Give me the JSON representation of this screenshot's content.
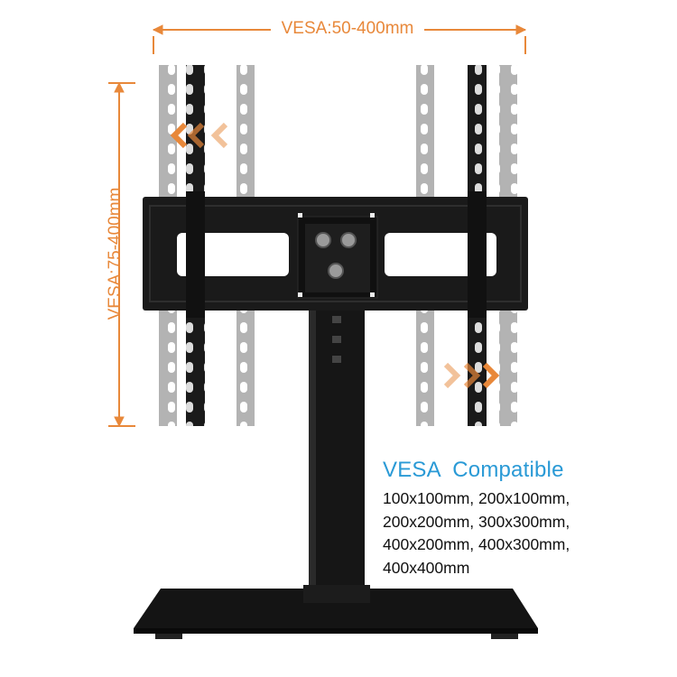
{
  "dimensions": {
    "width_label": "VESA:50-400mm",
    "height_label": "VESA:75-400mm"
  },
  "compatibility": {
    "title": "VESA  Compatible",
    "sizes": [
      "100x100mm, 200x100mm,",
      "200x200mm, 300x300mm,",
      "400x200mm, 400x300mm,",
      "400x400mm"
    ]
  },
  "colors": {
    "accent_orange": "#e8883a",
    "title_blue": "#2a9ad6",
    "bracket_black": "#1a1a1a",
    "arm_gray": "#b3b3b3"
  }
}
